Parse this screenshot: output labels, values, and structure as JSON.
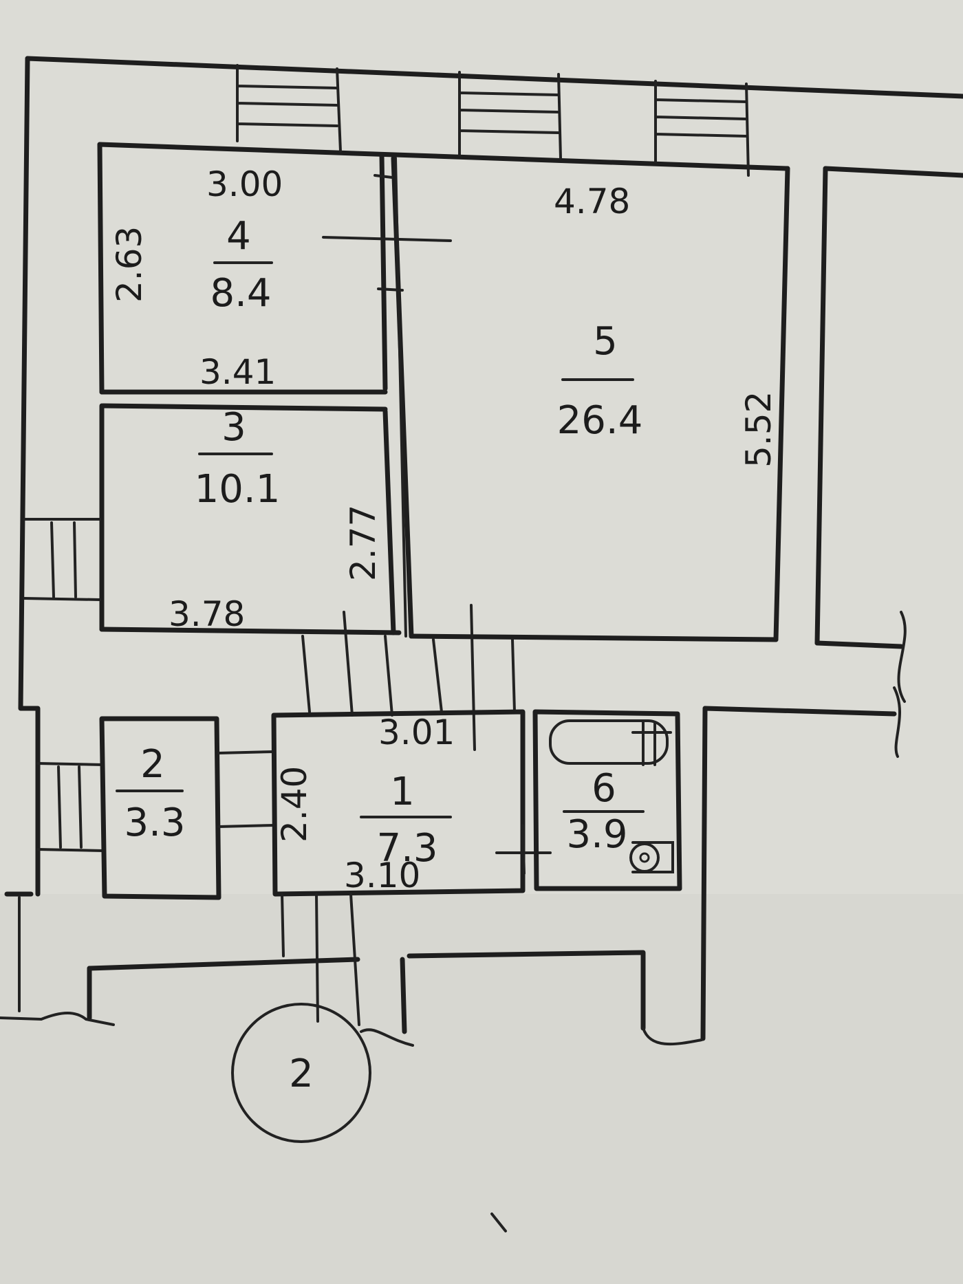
{
  "rooms": [
    {
      "id": "4",
      "number": "4",
      "area": "8.4"
    },
    {
      "id": "3",
      "number": "3",
      "area": "10.1"
    },
    {
      "id": "5",
      "number": "5",
      "area": "26.4"
    },
    {
      "id": "2",
      "number": "2",
      "area": "3.3"
    },
    {
      "id": "1",
      "number": "1",
      "area": "7.3"
    },
    {
      "id": "6",
      "number": "6",
      "area": "3.9"
    }
  ],
  "dimensions": {
    "r4_top": "3.00",
    "r4_side": "2.63",
    "r4_bottom": "3.41",
    "r5_top": "4.78",
    "r5_side": "5.52",
    "r3_side": "2.77",
    "r3_bottom": "3.78",
    "r1_top": "3.01",
    "r1_side": "2.40",
    "r1_bottom": "3.10"
  },
  "stair_marker": "2"
}
